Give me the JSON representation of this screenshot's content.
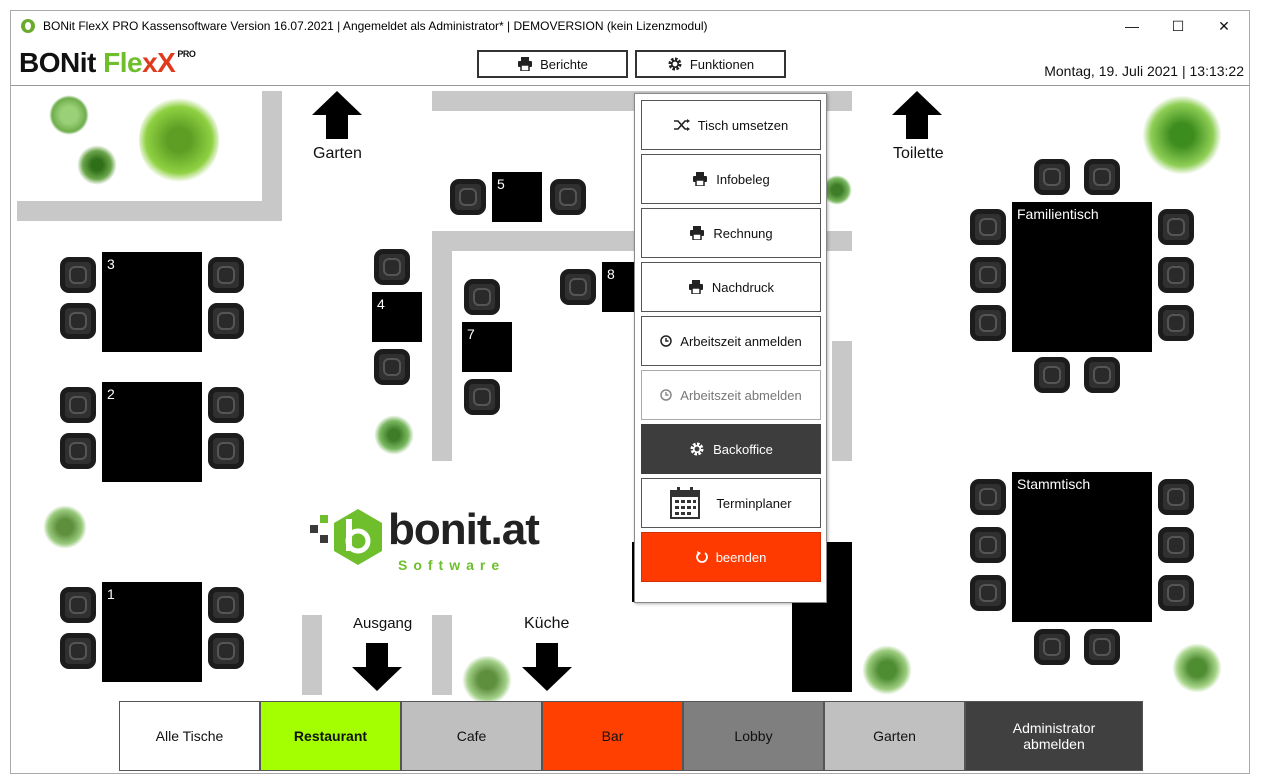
{
  "titlebar": {
    "title": "BONit FlexX PRO Kassensoftware Version 16.07.2021 | Angemeldet als Administrator* | DEMOVERSION (kein Lizenzmodul)"
  },
  "header": {
    "logo": {
      "part1": "BONit ",
      "part2": "Fle",
      "part3": "xX",
      "badge": "PRO"
    },
    "berichte_label": "Berichte",
    "funktionen_label": "Funktionen",
    "datetime": "Montag, 19. Juli 2021 | 13:13:22"
  },
  "floor": {
    "labels": {
      "garten": "Garten",
      "toilette": "Toilette",
      "ausgang": "Ausgang",
      "kueche": "Küche"
    },
    "tables": [
      {
        "id": "1",
        "label": "1"
      },
      {
        "id": "2",
        "label": "2"
      },
      {
        "id": "3",
        "label": "3"
      },
      {
        "id": "4",
        "label": "4"
      },
      {
        "id": "5",
        "label": "5"
      },
      {
        "id": "7",
        "label": "7"
      },
      {
        "id": "8",
        "label": "8"
      },
      {
        "id": "familientisch",
        "label": "Familientisch"
      },
      {
        "id": "stammtisch",
        "label": "Stammtisch"
      }
    ],
    "brand": {
      "name": "bonit.at",
      "sub": "Software"
    }
  },
  "menu": {
    "items": [
      {
        "label": "Tisch umsetzen",
        "icon": "shuffle-icon",
        "state": "normal"
      },
      {
        "label": "Infobeleg",
        "icon": "printer-icon",
        "state": "normal"
      },
      {
        "label": "Rechnung",
        "icon": "printer-icon",
        "state": "normal"
      },
      {
        "label": "Nachdruck",
        "icon": "printer-icon",
        "state": "normal"
      },
      {
        "label": "Arbeitszeit anmelden",
        "icon": "clock-icon",
        "state": "normal"
      },
      {
        "label": "Arbeitszeit abmelden",
        "icon": "clock-icon",
        "state": "disabled"
      },
      {
        "label": "Backoffice",
        "icon": "gear-icon",
        "state": "dark"
      },
      {
        "label": "Terminplaner",
        "icon": "calendar-icon",
        "state": "normal"
      },
      {
        "label": "beenden",
        "icon": "power-icon",
        "state": "red"
      }
    ]
  },
  "tabs": [
    {
      "label": "Alle Tische",
      "color": "#ffffff"
    },
    {
      "label": "Restaurant",
      "color": "#a4ff00"
    },
    {
      "label": "Cafe",
      "color": "#bfbfbf"
    },
    {
      "label": "Bar",
      "color": "#ff4000"
    },
    {
      "label": "Lobby",
      "color": "#7f7f7f"
    },
    {
      "label": "Garten",
      "color": "#c0c0c0"
    },
    {
      "label": "Administrator abmelden",
      "color": "#404040"
    }
  ]
}
